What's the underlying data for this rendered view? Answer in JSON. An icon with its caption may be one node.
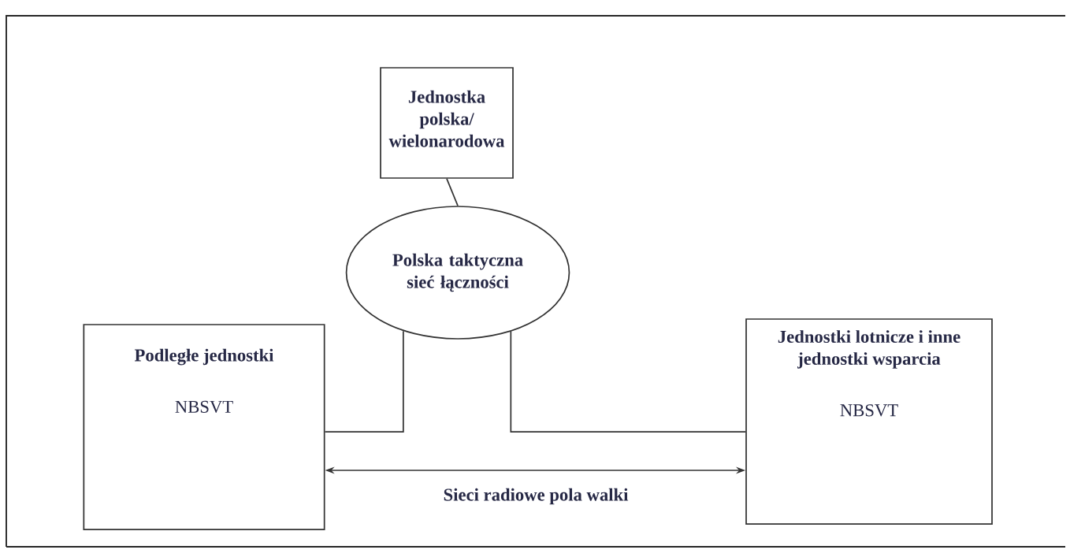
{
  "diagram": {
    "nodes": [
      {
        "text": [
          "Jednostka polska/ wielonarodowa"
        ]
      },
      {
        "text": [
          "Polska taktyczna sieć łączności"
        ]
      },
      {
        "text": [
          "Podległe jednostki",
          "NBSVT"
        ]
      },
      {
        "text": [
          "Jednostki lotnicze i inne jednostki wsparcia",
          "NBSVT"
        ]
      }
    ],
    "edges": [
      {
        "from": 0,
        "to": 1,
        "arrow": "none"
      },
      {
        "from": 1,
        "to": 2,
        "arrow": "none"
      },
      {
        "from": 1,
        "to": 3,
        "arrow": "none"
      },
      {
        "from": 2,
        "to": 3,
        "arrow": "both",
        "label": "Sieci radiowe pola walki"
      }
    ]
  }
}
